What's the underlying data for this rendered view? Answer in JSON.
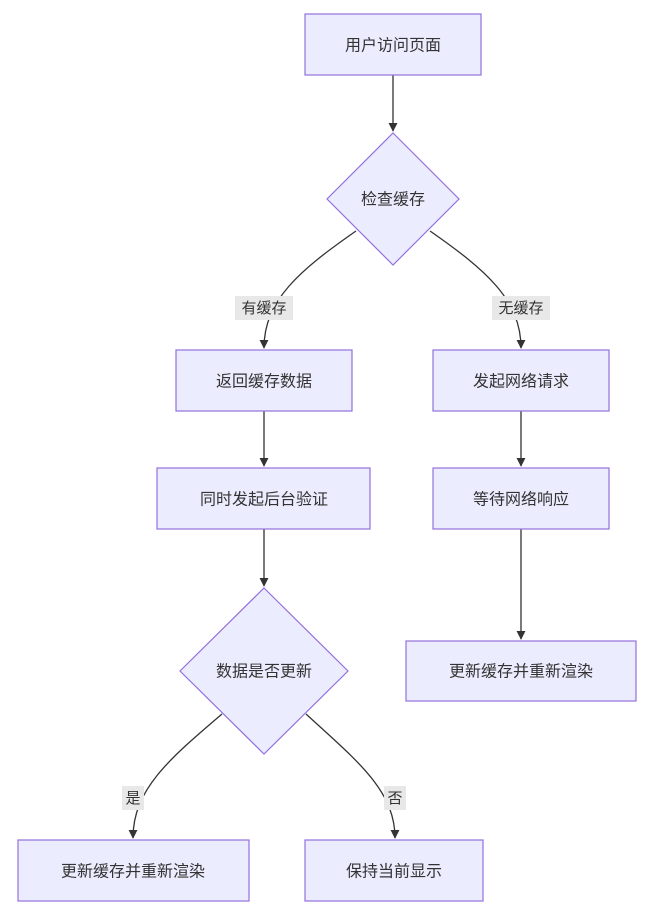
{
  "diagram": {
    "type": "flowchart",
    "colors": {
      "node_fill": "#ECECFF",
      "node_stroke": "#9370DB",
      "edge": "#333333",
      "edge_label_bg": "#e8e8e8",
      "text": "#333333"
    },
    "nodes": {
      "user_visit": "用户访问页面",
      "check_cache": "检查缓存",
      "return_cache": "返回缓存数据",
      "bg_validate": "同时发起后台验证",
      "data_updated": "数据是否更新",
      "update_rerender_left": "更新缓存并重新渲染",
      "keep_display": "保持当前显示",
      "send_request": "发起网络请求",
      "wait_response": "等待网络响应",
      "update_rerender_right": "更新缓存并重新渲染"
    },
    "edge_labels": {
      "has_cache": "有缓存",
      "no_cache": "无缓存",
      "yes": "是",
      "no": "否"
    }
  }
}
